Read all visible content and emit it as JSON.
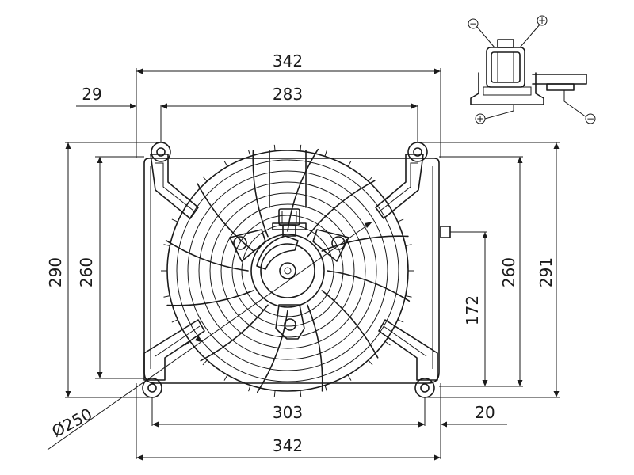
{
  "dimensions": {
    "top_width": "342",
    "bottom_width": "342",
    "mount_spacing_top": "283",
    "mount_spacing_bottom": "303",
    "left_offset": "29",
    "right_offset": "20",
    "overall_height_left": "290",
    "inner_height_left": "260",
    "inner_height_right": "260",
    "overall_height_right": "291",
    "connector_height": "172",
    "fan_diameter": "Ø250"
  },
  "connector_diagram": {
    "top_left_symbol": "−",
    "top_right_symbol": "+",
    "bottom_left_symbol": "+",
    "bottom_right_symbol": "−"
  },
  "colors": {
    "line": "#1a1a1a",
    "background": "#ffffff"
  }
}
